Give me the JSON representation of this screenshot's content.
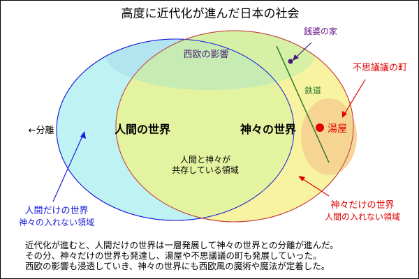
{
  "title": "高度に近代化が進んだ日本の社会",
  "regions": {
    "western_influence": "西欧の影響",
    "human_world": "人間の世界",
    "god_world": "神々の世界",
    "coexist_line1": "人間と神々が",
    "coexist_line2": "共存している領域",
    "bathhouse": "湯屋",
    "railway": "鉄道",
    "zeniba_house": "銭婆の家",
    "mysterious_town": "不思議議の町"
  },
  "separation_label": "←分離",
  "human_only": {
    "line1": "人間だけの世界",
    "line2": "神々の入れない領域"
  },
  "god_only": {
    "line1": "神々だけの世界",
    "line2": "人間の入れない領域"
  },
  "caption": {
    "line1": "近代化が進むと、人間だけの世界は一層発展して神々の世界との分離が進んだ。",
    "line2": "その分、神々だけの世界も発達し、湯屋や不思議議の町も発展していった。",
    "line3": "西欧の影響も浸透していき、神々の世界にも西欧風の魔術や魔法が定着した。"
  },
  "colors": {
    "human_world_fill": "#bff3f3",
    "god_world_fill": "#f8f3a0",
    "overlap_fill": "#e3f3a0",
    "western_fill": "#a9d9ef",
    "bathhouse_area": "#f5d090",
    "red_accent": "#e00000",
    "blue_accent": "#1a1adb",
    "purple_accent": "#6a1a8a",
    "railway_green": "#2a7a2a"
  }
}
